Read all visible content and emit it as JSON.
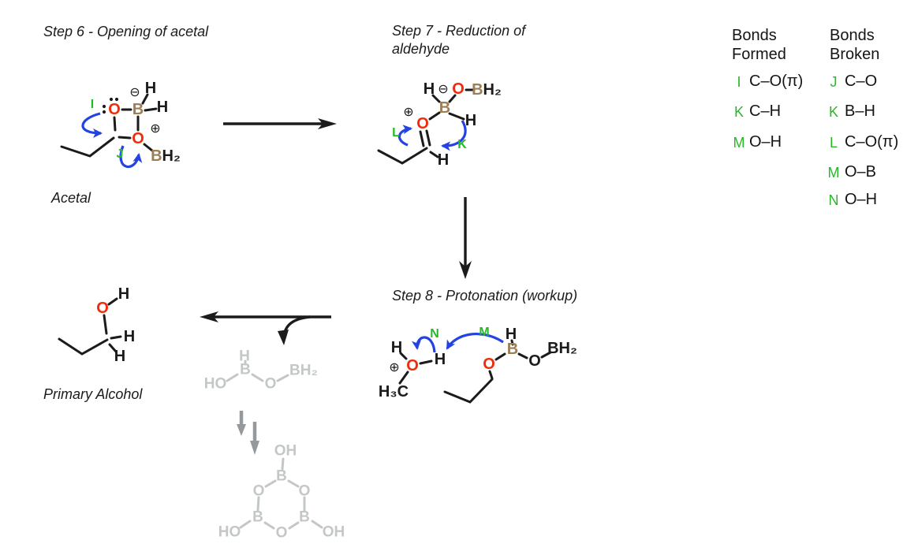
{
  "colors": {
    "red": "#f02b0c",
    "tan": "#9d7f56",
    "green": "#27b827",
    "blue": "#2443e2",
    "grayLight": "#c4c7c8",
    "grayDark": "#96999b"
  },
  "step6": {
    "title": "Step 6 - Opening of acetal",
    "caption": "Acetal",
    "label_i": "I",
    "label_j": "J",
    "o_top": "O",
    "b_ring": "B",
    "h_top": "H",
    "h_right": "H",
    "o_bottom": "O",
    "charge_minus": "⊖",
    "charge_plus": "⊕",
    "bh2_b": "B",
    "bh2_h": "H₂"
  },
  "step7": {
    "title_line1": "Step 7 - Reduction of",
    "title_line2": "aldehyde",
    "label_l": "L",
    "label_k": "K",
    "h_top": "H",
    "charge_minus": "⊖",
    "o_top": "O",
    "bh2_b": "B",
    "bh2_h": "H₂",
    "b_mid": "B",
    "charge_plus": "⊕",
    "o_carbonyl": "O",
    "h_on_b": "H",
    "h_aldehyde": "H"
  },
  "step8": {
    "title": "Step 8 - Protonation (workup)",
    "label_n": "N",
    "label_m": "M",
    "h_left": "H",
    "charge_plus": "⊕",
    "o_protonated": "O",
    "h_bridge": "H",
    "h3c": "H₃C",
    "o_ether": "O",
    "b": "B",
    "h_on_b": "H",
    "o_bridge": "O",
    "bh2": "BH₂"
  },
  "alcohol": {
    "caption": "Primary Alcohol",
    "h_top": "H",
    "o": "O",
    "h_right": "H",
    "h_bottom": "H"
  },
  "byproduct": {
    "h": "H",
    "b": "B",
    "ho": "HO",
    "o": "O",
    "bh2": "BH₂"
  },
  "boroxine": {
    "oh_top": "OH",
    "b_top": "B",
    "o_upper_left": "O",
    "o_upper_right": "O",
    "b_lower_left": "B",
    "b_lower_right": "B",
    "o_bottom": "O",
    "ho_left": "HO",
    "oh_right": "OH"
  },
  "bonds_table": {
    "formed_header_line1": "Bonds",
    "formed_header_line2": "Formed",
    "broken_header_line1": "Bonds",
    "broken_header_line2": "Broken",
    "formed": [
      {
        "label": "I",
        "bond": "C–O(π)"
      },
      {
        "label": "K",
        "bond": "C–H"
      },
      {
        "label": "M",
        "bond": "O–H"
      }
    ],
    "broken": [
      {
        "label": "J",
        "bond": "C–O"
      },
      {
        "label": "K",
        "bond": "B–H"
      },
      {
        "label": "L",
        "bond": "C–O(π)"
      },
      {
        "label": "M",
        "bond": "O–B"
      },
      {
        "label": "N",
        "bond": "O–H"
      }
    ]
  }
}
